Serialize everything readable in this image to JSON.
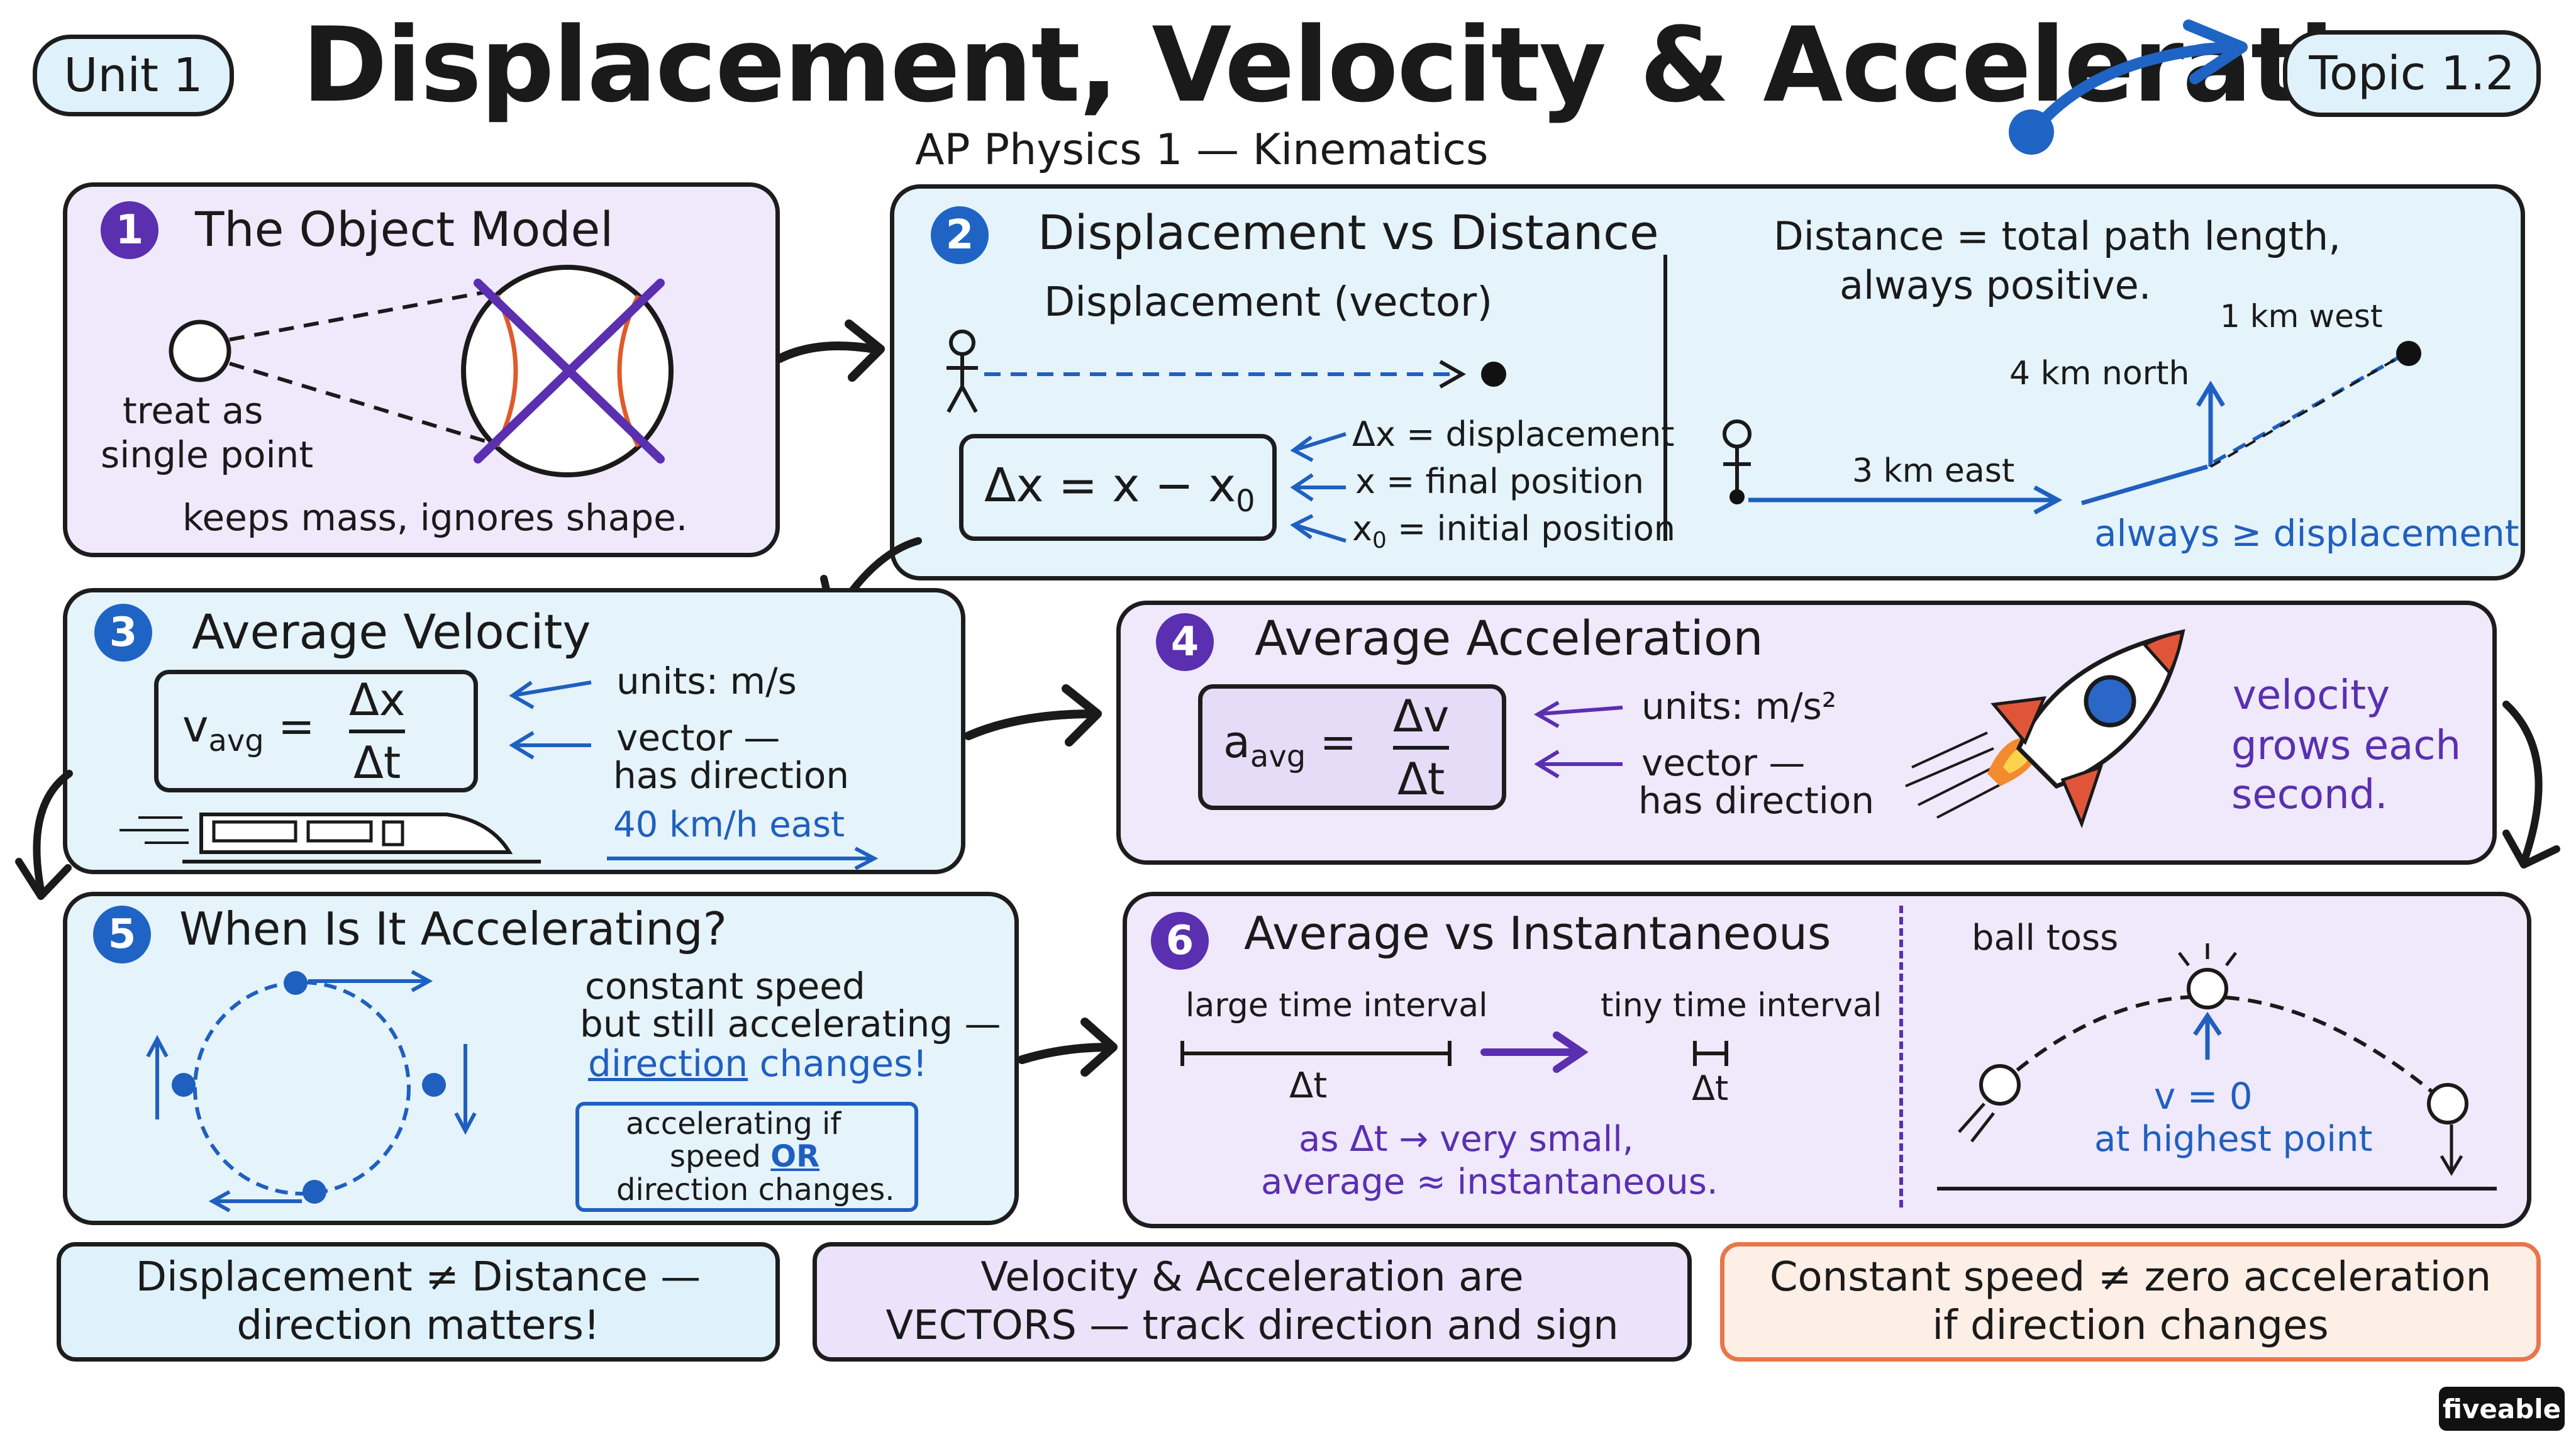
{
  "header": {
    "unit_label": "Unit 1",
    "title": "Displacement, Velocity & Acceleration",
    "subtitle": "AP Physics 1 — Kinematics",
    "topic_label": "Topic 1.2"
  },
  "panel1": {
    "number": "1",
    "title": "The Object Model",
    "point_label_1": "treat as",
    "point_label_2": "single point",
    "caption": "keeps mass, ignores shape."
  },
  "panel2": {
    "number": "2",
    "title": "Displacement vs Distance",
    "subtitle": "Displacement (vector)",
    "formula": {
      "lhs": "Δx",
      "eq": "=",
      "x": "x",
      "minus": "−",
      "x0": "x",
      "x0_sub": "0"
    },
    "legend": [
      {
        "sym": "Δx",
        "text": "= displacement"
      },
      {
        "sym": "x",
        "text": "= final position"
      },
      {
        "sym": "x",
        "sub": "0",
        "text": "= initial position"
      }
    ],
    "distance_note_1": "Distance = total path length,",
    "distance_note_2": "always positive.",
    "path_labels": {
      "east": "3 km east",
      "north": "4 km north",
      "west": "1 km west"
    },
    "comparison": "always ≥ displacement"
  },
  "panel3": {
    "number": "3",
    "title": "Average Velocity",
    "formula": {
      "lhs": "v",
      "lhs_sub": "avg",
      "eq": "=",
      "num": "Δx",
      "den": "Δt"
    },
    "units": "units: m/s",
    "vector_1": "vector —",
    "vector_2": "has direction",
    "example": "40 km/h east"
  },
  "panel4": {
    "number": "4",
    "title": "Average Acceleration",
    "formula": {
      "lhs": "a",
      "lhs_sub": "avg",
      "eq": "=",
      "num": "Δv",
      "den": "Δt"
    },
    "units": "units: m/s²",
    "vector_1": "vector —",
    "vector_2": "has direction",
    "note_1": "velocity",
    "note_2": "grows each",
    "note_3": "second."
  },
  "panel5": {
    "number": "5",
    "title": "When Is It Accelerating?",
    "line_1": "constant speed",
    "line_2": "but still accelerating —",
    "line_3a": "direction",
    "line_3b": "changes!",
    "box_1": "accelerating if",
    "box_2a": "speed",
    "box_2b": "OR",
    "box_3": "direction changes."
  },
  "panel6": {
    "number": "6",
    "title": "Average vs Instantaneous",
    "large_label": "large time interval",
    "tiny_label": "tiny time interval",
    "dt": "Δt",
    "conclusion_1": "as Δt → very small,",
    "conclusion_2": "average ≈ instantaneous.",
    "ball_label": "ball toss",
    "v_zero": "v = 0",
    "highest": "at highest point"
  },
  "bottom": {
    "b1_line1": "Displacement ≠ Distance —",
    "b1_line2": "direction matters!",
    "b2_line1": "Velocity & Acceleration are",
    "b2_line2": "VECTORS — track direction and sign",
    "b3_line1": "Constant speed ≠ zero acceleration",
    "b3_line2": "if direction changes"
  },
  "brand": "fiveable",
  "colors": {
    "lavender": "#efe9fb",
    "light_blue": "#e5f3fb",
    "purple": "#5a2fb0",
    "blue": "#1f64c4",
    "orange": "#e8764a"
  }
}
